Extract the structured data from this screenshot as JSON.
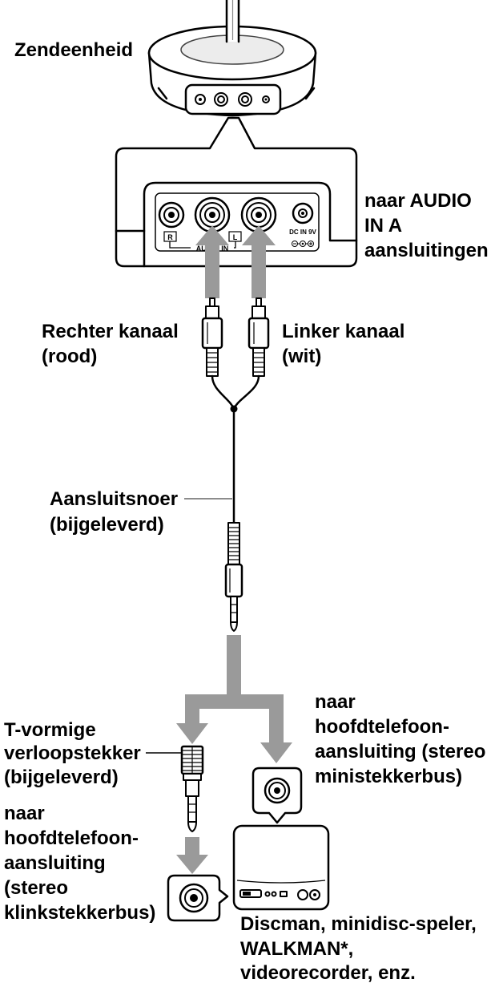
{
  "diagram": {
    "transmitter_label": "Zendeenheid",
    "audio_in_target": [
      "naar AUDIO",
      "IN A",
      "aansluitingen"
    ],
    "panel_labels": {
      "right": "R",
      "audio_in": "AUDIO IN",
      "left": "L",
      "dc_in": "DC IN 9V"
    },
    "right_channel": [
      "Rechter kanaal",
      "(rood)"
    ],
    "left_channel": [
      "Linker kanaal",
      "(wit)"
    ],
    "connecting_cord": [
      "Aansluitsnoer",
      "(bijgeleverd)"
    ],
    "plug_adaptor": [
      "T-vormige",
      "verloopstekker",
      "(bijgeleverd)"
    ],
    "mini_jack_target": [
      "naar",
      "hoofdtelefoon-",
      "aansluiting (stereo",
      "ministekkerbus)"
    ],
    "phone_jack_target": [
      "naar",
      "hoofdtelefoon-",
      "aansluiting",
      "(stereo",
      "klinkstekkerbus)"
    ],
    "source_devices": [
      "Discman, minidisc-speler,",
      "WALKMAN*,",
      "videorecorder, enz."
    ]
  },
  "icons": {
    "plugs": [
      "rca-plug-icon",
      "stereo-mini-plug-icon",
      "plug-adaptor-icon"
    ],
    "jacks": [
      "audio-in-jack-icon",
      "headphone-jack-icon",
      "dc-polarity-icon"
    ]
  },
  "colors": {
    "line": "#000000",
    "arrow": "#9a9a9a",
    "leader": "#8c8c8c",
    "background": "#ffffff"
  }
}
